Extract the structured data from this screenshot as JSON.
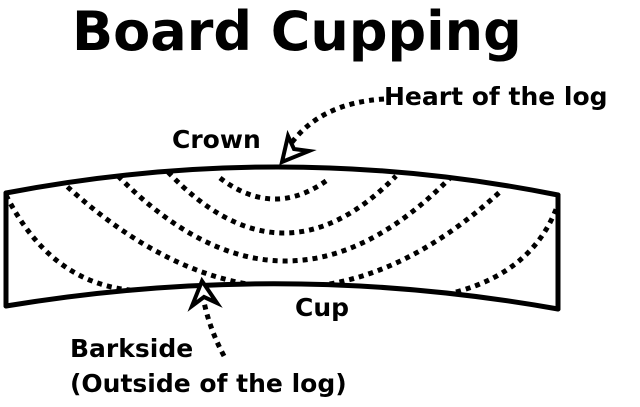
{
  "title": "Board Cupping",
  "labels": {
    "heart": "Heart of the log",
    "crown": "Crown",
    "cup": "Cup",
    "barkside_line1": "Barkside",
    "barkside_line2": "(Outside of the log)"
  },
  "colors": {
    "ink": "#000000",
    "background": "#ffffff"
  }
}
